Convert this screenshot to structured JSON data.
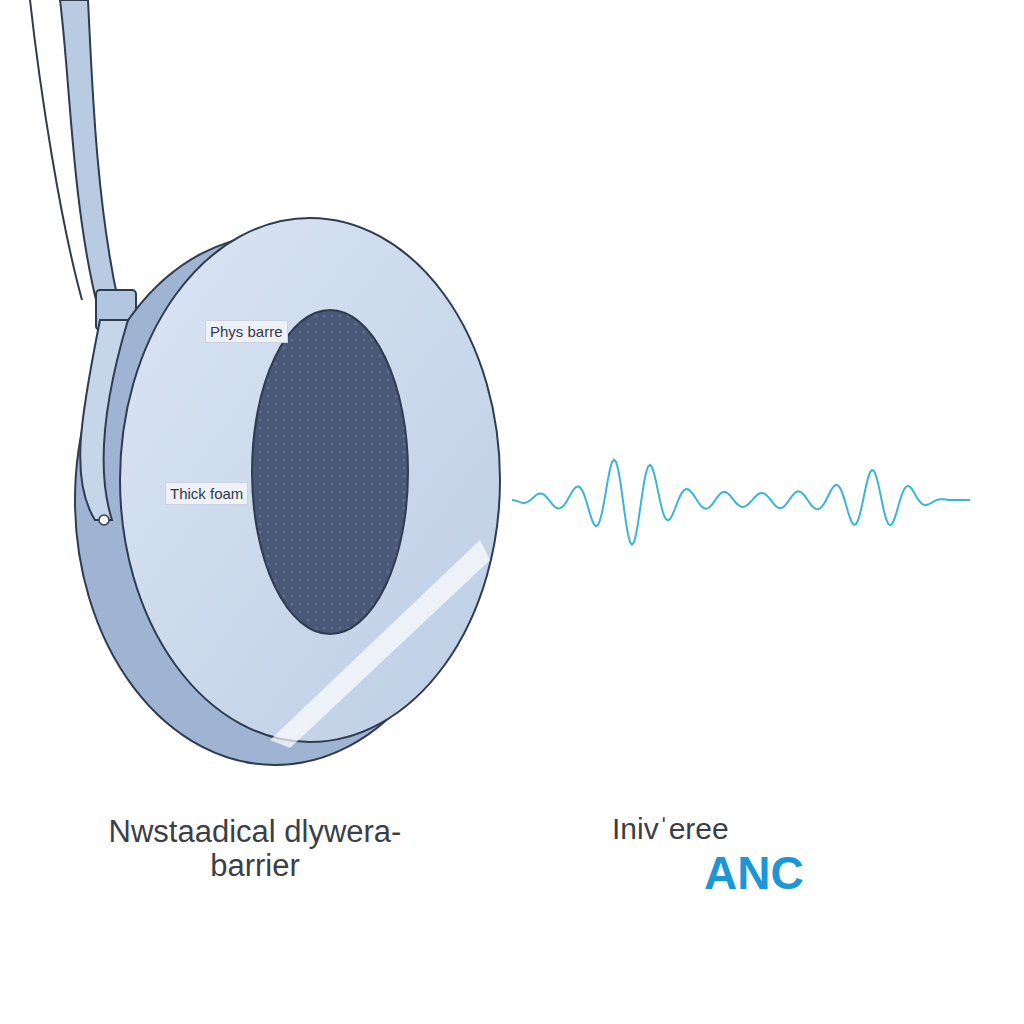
{
  "diagram": {
    "labels": [
      "Phys barre",
      "Thick foam",
      "Nwstaadical dlywera-barrier",
      "Inivˈeree",
      "ANC"
    ]
  }
}
